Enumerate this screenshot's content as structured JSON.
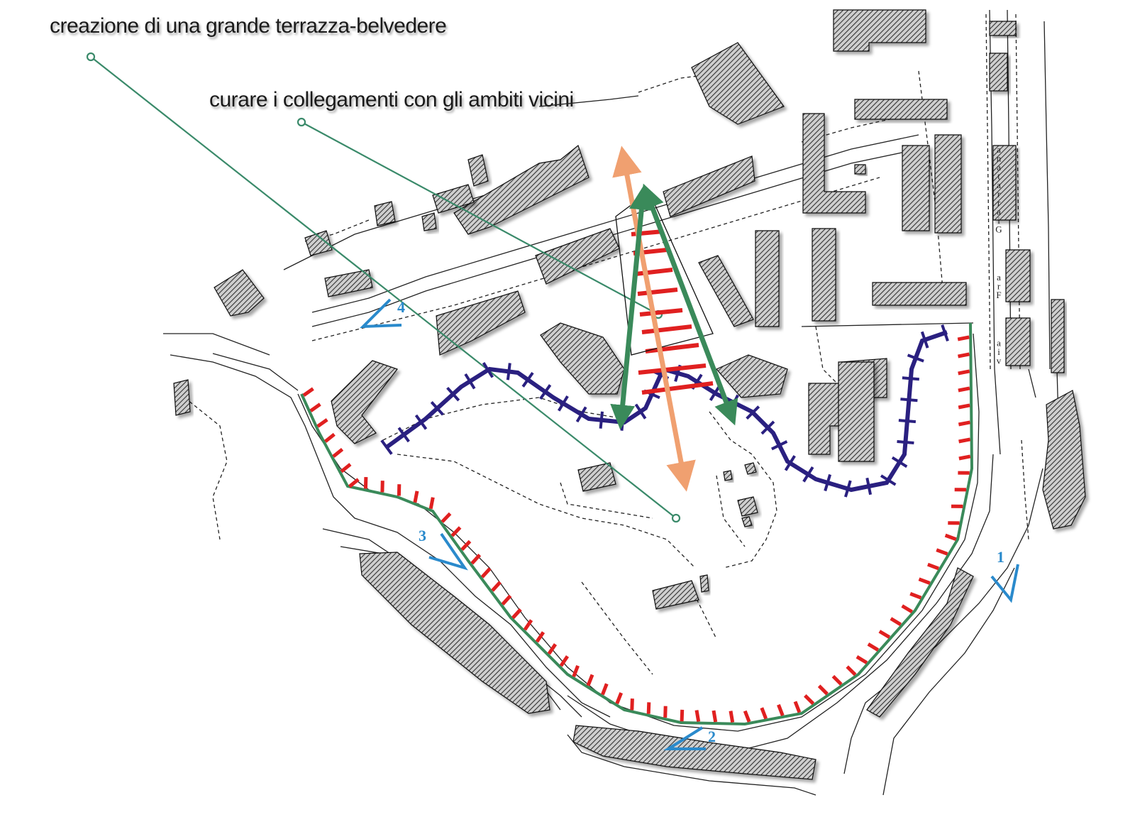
{
  "annotations": {
    "terrace": "creazione di una grande terrazza-belvedere",
    "connections": "curare i collegamenti con gli ambiti vicini"
  },
  "street_label": {
    "text": "via Fra Giarratana",
    "rendering": "vertical, letters reversed"
  },
  "viewpoints": [
    {
      "label": "1"
    },
    {
      "label": "2"
    },
    {
      "label": "3"
    },
    {
      "label": "4"
    }
  ],
  "colors": {
    "leader_line": "#3a8a6a",
    "green_arrow": "#3a8a5a",
    "orange_arrow": "#f0a070",
    "red_ticks": "#e02020",
    "blue_path": "#2a2080",
    "viewpoint": "#2a8acc",
    "buildings_hatch": "#333333"
  }
}
